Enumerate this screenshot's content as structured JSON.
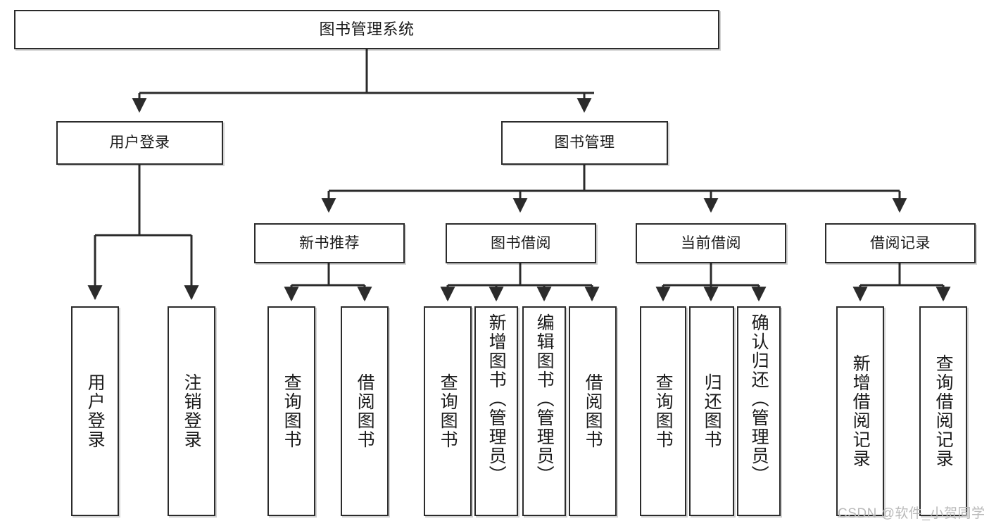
{
  "diagram": {
    "title": "图书管理系统",
    "type": "hierarchy-tree",
    "stroke_color": "#2b2b2b",
    "fill_color": "#ffffff",
    "text_color": "#1a1a1a"
  },
  "nodes": {
    "root": {
      "label": "图书管理系统",
      "level": 0
    },
    "level1": [
      {
        "label": "用户登录",
        "level": 1
      },
      {
        "label": "图书管理",
        "level": 1
      }
    ],
    "level2": [
      {
        "label": "新书推荐",
        "level": 2,
        "parent": "图书管理"
      },
      {
        "label": "图书借阅",
        "level": 2,
        "parent": "图书管理"
      },
      {
        "label": "当前借阅",
        "level": 2,
        "parent": "图书管理"
      },
      {
        "label": "借阅记录",
        "level": 2,
        "parent": "图书管理"
      }
    ],
    "leaves": [
      {
        "label": "用户登录",
        "parent": "用户登录",
        "group": "user-login"
      },
      {
        "label": "注销登录",
        "parent": "用户登录",
        "group": "user-login"
      },
      {
        "label": "查询图书",
        "parent": "新书推荐",
        "group": "new-book"
      },
      {
        "label": "借阅图书",
        "parent": "新书推荐",
        "group": "new-book"
      },
      {
        "label": "查询图书",
        "parent": "图书借阅",
        "group": "borrow"
      },
      {
        "label": "新增图书（管理员）",
        "parent": "图书借阅",
        "group": "borrow"
      },
      {
        "label": "编辑图书（管理员）",
        "parent": "图书借阅",
        "group": "borrow"
      },
      {
        "label": "借阅图书",
        "parent": "图书借阅",
        "group": "borrow"
      },
      {
        "label": "查询图书",
        "parent": "当前借阅",
        "group": "current"
      },
      {
        "label": "归还图书",
        "parent": "当前借阅",
        "group": "current"
      },
      {
        "label": "确认归还（管理员）",
        "parent": "当前借阅",
        "group": "current"
      },
      {
        "label": "新增借阅记录",
        "parent": "借阅记录",
        "group": "record"
      },
      {
        "label": "查询借阅记录",
        "parent": "借阅记录",
        "group": "record"
      }
    ]
  },
  "watermark": {
    "text": "CSDN @软件_小贺同学"
  }
}
